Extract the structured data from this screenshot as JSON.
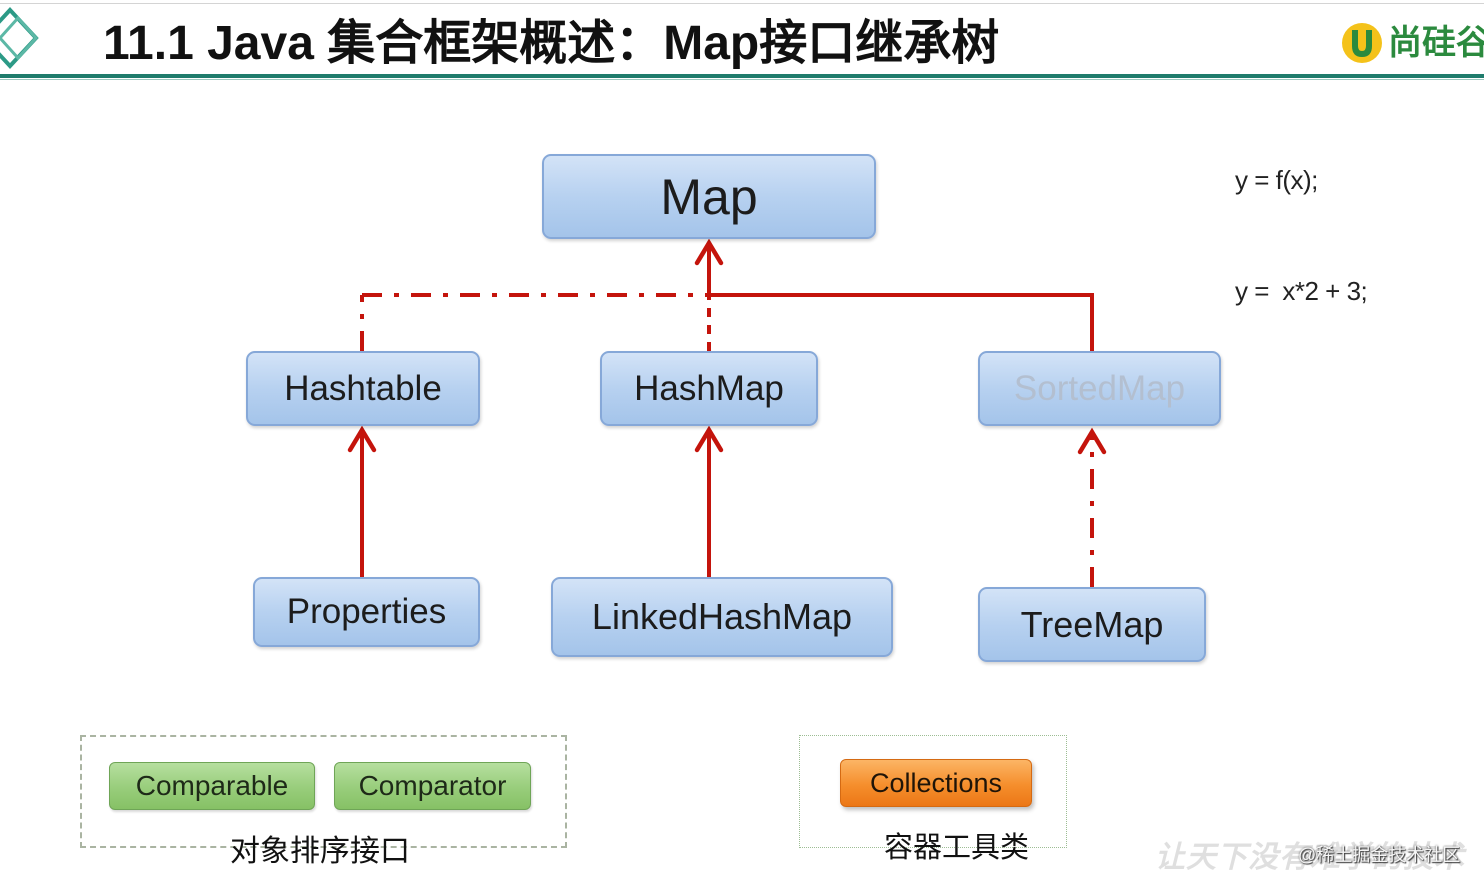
{
  "header": {
    "title": "11.1 Java 集合框架概述：Map接口继承树",
    "left_icon": "diamond-icon",
    "logo_icon": "u-logo-icon",
    "logo_text": "尚硅谷"
  },
  "formula": {
    "line1": "y = f(x);",
    "line2": "y =  x*2 + 3;"
  },
  "diagram": {
    "root": "Map",
    "level1": [
      "Hashtable",
      "HashMap",
      "SortedMap"
    ],
    "level2": [
      "Properties",
      "LinkedHashMap",
      "TreeMap"
    ]
  },
  "sorting_interfaces": {
    "items": [
      "Comparable",
      "Comparator"
    ],
    "label": "对象排序接口"
  },
  "container_tools": {
    "items": [
      "Collections"
    ],
    "label": "容器工具类"
  },
  "watermark": {
    "slogan": "让天下没有难学的技术",
    "site": "@稀土掘金技术社区"
  },
  "colors": {
    "arrow": "#c4140c",
    "header_rule": "#1f7c6c",
    "node_fill": "#b7d1f0",
    "node_text_faded": "#b3bfd0",
    "interface_fill": "#98cd7b",
    "tool_fill": "#f58e2c",
    "logo_green": "#2b8a3e"
  }
}
